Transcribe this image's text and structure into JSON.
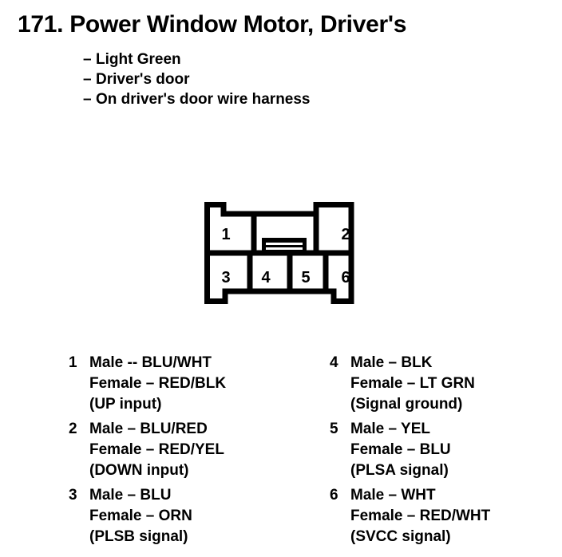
{
  "header": {
    "number": "171.",
    "title": "171. Power Window Motor, Driver's"
  },
  "spec_list": {
    "dash": "–",
    "items": [
      "Light Green",
      "Driver's door",
      "On driver's door wire harness"
    ]
  },
  "connector": {
    "name": "6-pin connector",
    "latch_icon": "latch-tab",
    "top_row": [
      {
        "pin": "1"
      },
      {
        "pin": "2"
      }
    ],
    "bottom_row": [
      {
        "pin": "3"
      },
      {
        "pin": "4"
      },
      {
        "pin": "5"
      },
      {
        "pin": "6"
      }
    ]
  },
  "legend": {
    "left_column": [
      {
        "pin": "1",
        "male": "Male -- BLU/WHT",
        "female": "Female – RED/BLK",
        "function": "(UP input)"
      },
      {
        "pin": "2",
        "male": "Male – BLU/RED",
        "female": "Female – RED/YEL",
        "function": "(DOWN input)"
      },
      {
        "pin": "3",
        "male": "Male – BLU",
        "female": "Female – ORN",
        "function": "(PLSB signal)"
      }
    ],
    "right_column": [
      {
        "pin": "4",
        "male": "Male – BLK",
        "female": "Female – LT GRN",
        "function": "(Signal ground)"
      },
      {
        "pin": "5",
        "male": "Male – YEL",
        "female": "Female – BLU",
        "function": "(PLSA signal)"
      },
      {
        "pin": "6",
        "male": "Male – WHT",
        "female": "Female – RED/WHT",
        "function": "(SVCC signal)"
      }
    ]
  },
  "colors": {
    "ink": "#000000",
    "paper": "#ffffff"
  }
}
